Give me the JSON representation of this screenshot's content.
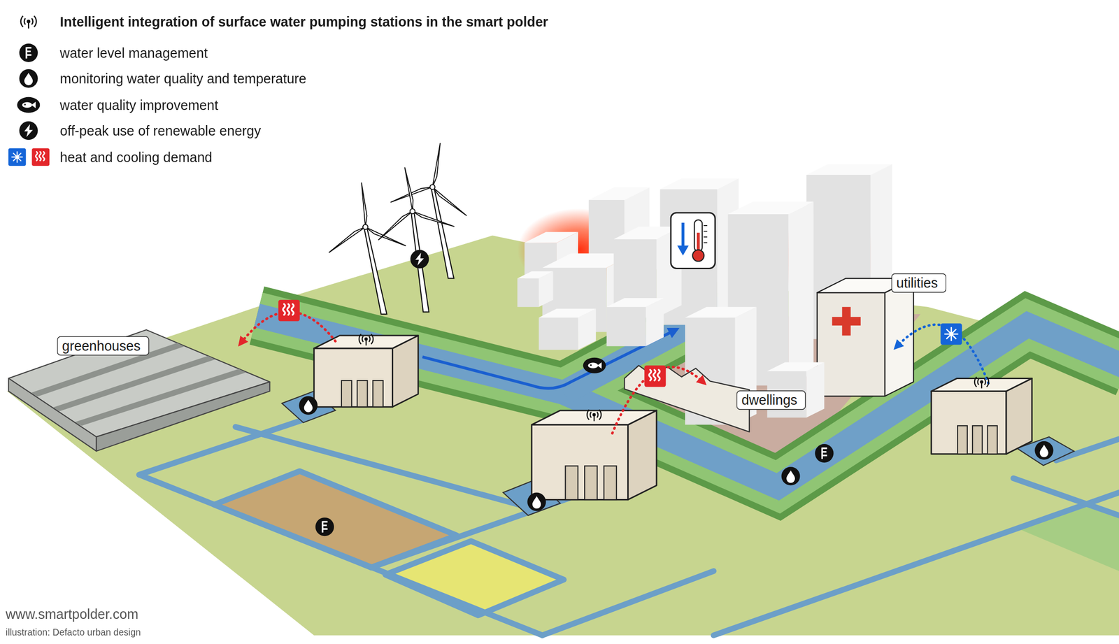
{
  "diagram": {
    "title": "Intelligent integration of surface water pumping stations in the smart polder",
    "nodes": [
      {
        "text": [
          "greenhouses"
        ]
      },
      {
        "text": [
          "dwellings"
        ]
      },
      {
        "text": [
          "utilities"
        ]
      }
    ],
    "labels": [
      "www.smartpolder.com",
      "illustration: Defacto urban design"
    ],
    "legend": [
      {
        "text": "water level management"
      },
      {
        "text": "monitoring water quality and temperature"
      },
      {
        "text": "water quality improvement"
      },
      {
        "text": "off-peak use of renewable energy"
      },
      {
        "text": "heat and cooling demand"
      }
    ]
  }
}
